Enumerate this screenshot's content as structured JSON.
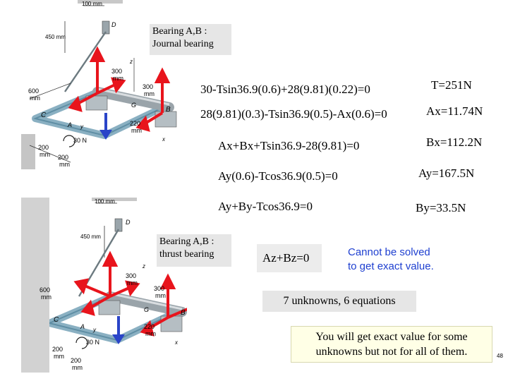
{
  "figure_top": {
    "dims": {
      "top": "100 mm",
      "left": "450 mm",
      "d300a": "300",
      "mm_a": "mm",
      "d300b": "300",
      "mm_b": "mm",
      "d600": "600",
      "mm_c": "mm",
      "d220": "220",
      "mm_d": "mm",
      "d200a": "200",
      "mm_e": "mm",
      "d200b": "200",
      "mm_f": "mm",
      "force": "30 N"
    },
    "points": {
      "D": "D",
      "B": "B",
      "C": "C",
      "A": "A",
      "G": "G",
      "x": "x",
      "y": "y",
      "z": "z"
    }
  },
  "figure_bottom": {
    "dims": {
      "top": "100 mm",
      "left": "450 mm",
      "d300a": "300",
      "mm_a": "mm",
      "d300b": "300",
      "mm_b": "mm",
      "d600": "600",
      "mm_c": "mm",
      "d220": "220",
      "mm_d": "mm",
      "d200a": "200",
      "mm_e": "mm",
      "d200b": "200",
      "mm_f": "mm",
      "force": "30 N"
    },
    "points": {
      "D": "D",
      "B": "B",
      "C": "C",
      "A": "A",
      "G": "G",
      "x": "x",
      "y": "y",
      "z": "z"
    }
  },
  "box_journal": {
    "line1": "Bearing A,B :",
    "line2": "Journal bearing"
  },
  "box_thrust": {
    "line1": "Bearing A,B :",
    "line2": "thrust bearing"
  },
  "equations": {
    "eq1": "30-Tsin36.9(0.6)+28(9.81)(0.22)=0",
    "eq2": "28(9.81)(0.3)-Tsin36.9(0.5)-Ax(0.6)=0",
    "eq3": "Ax+Bx+Tsin36.9-28(9.81)=0",
    "eq4": "Ay(0.6)-Tcos36.9(0.5)=0",
    "eq5": "Ay+By-Tcos36.9=0",
    "eq6": "Az+Bz=0"
  },
  "results": {
    "r1": "T=251N",
    "r2": "Ax=11.74N",
    "r3": "Bx=112.2N",
    "r4": "Ay=167.5N",
    "r5": "By=33.5N"
  },
  "notes": {
    "cannot_line1": "Cannot be solved",
    "cannot_line2": "to get exact value.",
    "unknowns": "7 unknowns, 6 equations",
    "exact_line1": "You will get exact value for some",
    "exact_line2": "unknowns but not for all of them."
  },
  "page_number": "48",
  "colors": {
    "arrow_red": "#e8141c",
    "arrow_blue": "#2a44c8",
    "accent": "#1e3fd0",
    "note_bg": "#ffffe6",
    "box_grey": "#e6e6e6",
    "rod_blue": "#7fa9bd"
  }
}
